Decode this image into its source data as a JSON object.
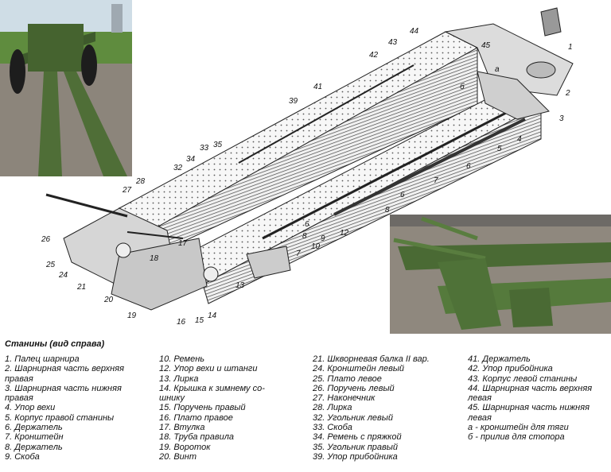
{
  "caption": "Станины (вид справа)",
  "part_numbers": [
    "1",
    "2",
    "3",
    "4",
    "5",
    "6",
    "6",
    "6",
    "7",
    "7",
    "8",
    "8",
    "9",
    "10",
    "12",
    "13",
    "14",
    "15",
    "16",
    "17",
    "18",
    "19",
    "20",
    "21",
    "24",
    "25",
    "26",
    "27",
    "28",
    "32",
    "33",
    "34",
    "35",
    "39",
    "41",
    "42",
    "43",
    "44",
    "45",
    "а",
    "б"
  ],
  "legend": {
    "col1": [
      "1. Палец шарнира",
      "2. Шарнирная часть верхняя",
      "правая",
      "3. Шарнирная часть нижняя",
      "правая",
      "4. Упор вехи",
      "5. Корпус правой станины",
      "6. Держатель",
      "7. Кронштейн",
      "8. Держатель",
      "9. Скоба"
    ],
    "col2": [
      "10. Ремень",
      "12. Упор вехи и штанги",
      "13. Лирка",
      "14. Крышка к зимнему со-",
      "шнику",
      "15. Поручень правый",
      "16. Плато правое",
      "17. Втулка",
      "18. Труба правила",
      "19. Вороток",
      "20. Винт"
    ],
    "col3": [
      "21. Шкворневая балка II вар.",
      "24. Кронштейн левый",
      "25. Плато левое",
      "26. Поручень левый",
      "27. Наконечник",
      "28. Лирка",
      "32. Угольник левый",
      "33. Скоба",
      "34. Ремень с пряжкой",
      "35. Угольник правый",
      "39. Упор прибойника"
    ],
    "col4": [
      "41. Держатель",
      "42. Упор прибойника",
      "43. Корпус левой станины",
      "44. Шарнирная часть верхняя",
      "левая",
      "45. Шарнирная часть нижняя",
      "левая",
      "а - кронштейн для тяги",
      "б - прилив для стопора"
    ]
  },
  "colors": {
    "steel_light": "#e8e8e8",
    "steel_mid": "#bdbdbd",
    "steel_dark": "#555555",
    "army_green": "#4e6b3a",
    "ground": "#8a8378",
    "sky": "#dfe8ee"
  }
}
